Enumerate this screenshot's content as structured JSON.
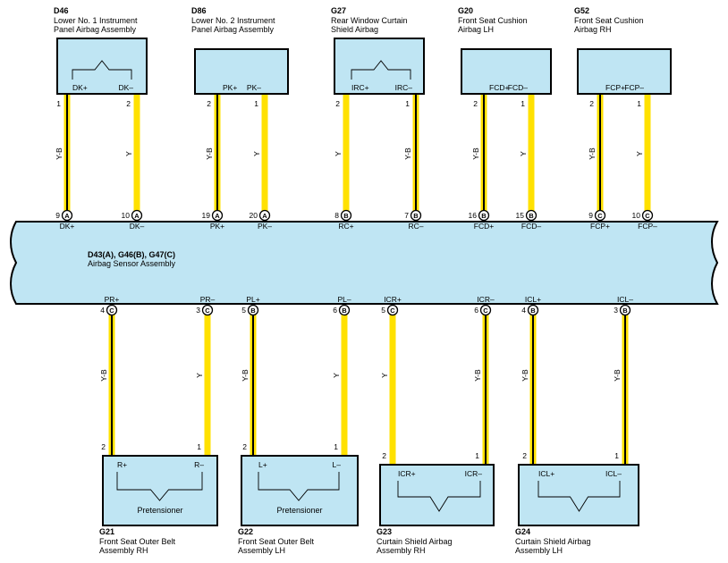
{
  "colors": {
    "box_fill": "#bfe5f3",
    "box_stroke": "#000000",
    "wire_yellow": "#ffe100",
    "wire_stripe": "#000000",
    "bus_fill": "#bfe5f3"
  },
  "bus": {
    "code": "D43(A), G46(B), G47(C)",
    "name": "Airbag Sensor Assembly"
  },
  "top_components": [
    {
      "code": "D46",
      "name1": "Lower No.  1 Instrument",
      "name2": "Panel Airbag Assembly",
      "style": "squib",
      "pins": [
        {
          "label": "DK+",
          "num": "1",
          "color": "Y-B",
          "bus_num": "9",
          "conn": "A",
          "bus_label": "DK+"
        },
        {
          "label": "DK–",
          "num": "2",
          "color": "Y",
          "bus_num": "10",
          "conn": "A",
          "bus_label": "DK–"
        }
      ]
    },
    {
      "code": "D86",
      "name1": "Lower No.  2 Instrument",
      "name2": "Panel Airbag Assembly",
      "style": "plain",
      "pins": [
        {
          "label": "PK+",
          "num": "2",
          "color": "Y-B",
          "bus_num": "19",
          "conn": "A",
          "bus_label": "PK+"
        },
        {
          "label": "PK–",
          "num": "1",
          "color": "Y",
          "bus_num": "20",
          "conn": "A",
          "bus_label": "PK–"
        }
      ]
    },
    {
      "code": "G27",
      "name1": "Rear Window Curtain",
      "name2": "Shield Airbag",
      "style": "squib",
      "pins": [
        {
          "label": "IRC+",
          "num": "2",
          "color": "Y",
          "bus_num": "8",
          "conn": "B",
          "bus_label": "RC+"
        },
        {
          "label": "IRC–",
          "num": "1",
          "color": "Y-B",
          "bus_num": "7",
          "conn": "B",
          "bus_label": "RC–"
        }
      ]
    },
    {
      "code": "G20",
      "name1": "Front Seat Cushion",
      "name2": "Airbag LH",
      "style": "plain",
      "pins": [
        {
          "label": "FCD+",
          "num": "2",
          "color": "Y-B",
          "bus_num": "16",
          "conn": "B",
          "bus_label": "FCD+"
        },
        {
          "label": "FCD–",
          "num": "1",
          "color": "Y",
          "bus_num": "15",
          "conn": "B",
          "bus_label": "FCD–"
        }
      ]
    },
    {
      "code": "G52",
      "name1": "Front Seat Cushion",
      "name2": "Airbag RH",
      "style": "plain",
      "pins": [
        {
          "label": "FCP+",
          "num": "2",
          "color": "Y-B",
          "bus_num": "9",
          "conn": "C",
          "bus_label": "FCP+"
        },
        {
          "label": "FCP–",
          "num": "1",
          "color": "Y",
          "bus_num": "10",
          "conn": "C",
          "bus_label": "FCP–"
        }
      ]
    }
  ],
  "bottom_components": [
    {
      "code": "G21",
      "name1": "Front Seat Outer Belt",
      "name2": "Assembly RH",
      "style": "pretensioner",
      "inner": "Pretensioner",
      "pins": [
        {
          "label": "R+",
          "num": "2",
          "color": "Y-B",
          "bus_num": "4",
          "conn": "C",
          "bus_label": "PR+"
        },
        {
          "label": "R–",
          "num": "1",
          "color": "Y",
          "bus_num": "3",
          "conn": "C",
          "bus_label": "PR–"
        }
      ]
    },
    {
      "code": "G22",
      "name1": "Front Seat Outer Belt",
      "name2": "Assembly LH",
      "style": "pretensioner",
      "inner": "Pretensioner",
      "pins": [
        {
          "label": "L+",
          "num": "2",
          "color": "Y-B",
          "bus_num": "5",
          "conn": "B",
          "bus_label": "PL+"
        },
        {
          "label": "L–",
          "num": "1",
          "color": "Y",
          "bus_num": "6",
          "conn": "B",
          "bus_label": "PL–"
        }
      ]
    },
    {
      "code": "G23",
      "name1": "Curtain Shield Airbag",
      "name2": "Assembly RH",
      "style": "squib_bottom",
      "inner": "",
      "pins": [
        {
          "label": "ICR+",
          "num": "2",
          "color": "Y",
          "bus_num": "5",
          "conn": "C",
          "bus_label": "ICR+"
        },
        {
          "label": "ICR–",
          "num": "1",
          "color": "Y-B",
          "bus_num": "6",
          "conn": "C",
          "bus_label": "ICR–"
        }
      ]
    },
    {
      "code": "G24",
      "name1": "Curtain Shield Airbag",
      "name2": "Assembly LH",
      "style": "squib_bottom",
      "inner": "",
      "pins": [
        {
          "label": "ICL+",
          "num": "2",
          "color": "Y-B",
          "bus_num": "4",
          "conn": "B",
          "bus_label": "ICL+"
        },
        {
          "label": "ICL–",
          "num": "1",
          "color": "Y-B",
          "bus_num": "3",
          "conn": "B",
          "bus_label": "ICL–"
        }
      ]
    }
  ]
}
